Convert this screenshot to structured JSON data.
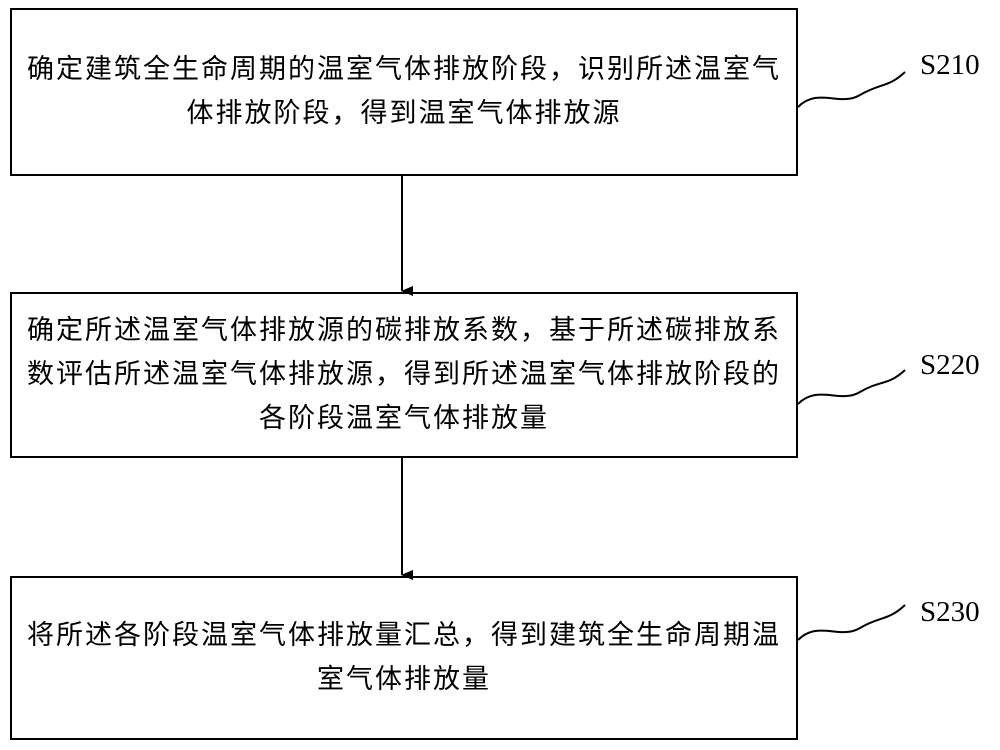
{
  "steps": [
    {
      "id": "S210",
      "text": "确定建筑全生命周期的温室气体排放阶段，识别所述温室气体排放阶段，得到温室气体排放源"
    },
    {
      "id": "S220",
      "text": "确定所述温室气体排放源的碳排放系数，基于所述碳排放系数评估所述温室气体排放源，得到所述温室气体排放阶段的各阶段温室气体排放量"
    },
    {
      "id": "S230",
      "text": "将所述各阶段温室气体排放量汇总，得到建筑全生命周期温室气体排放量"
    }
  ]
}
